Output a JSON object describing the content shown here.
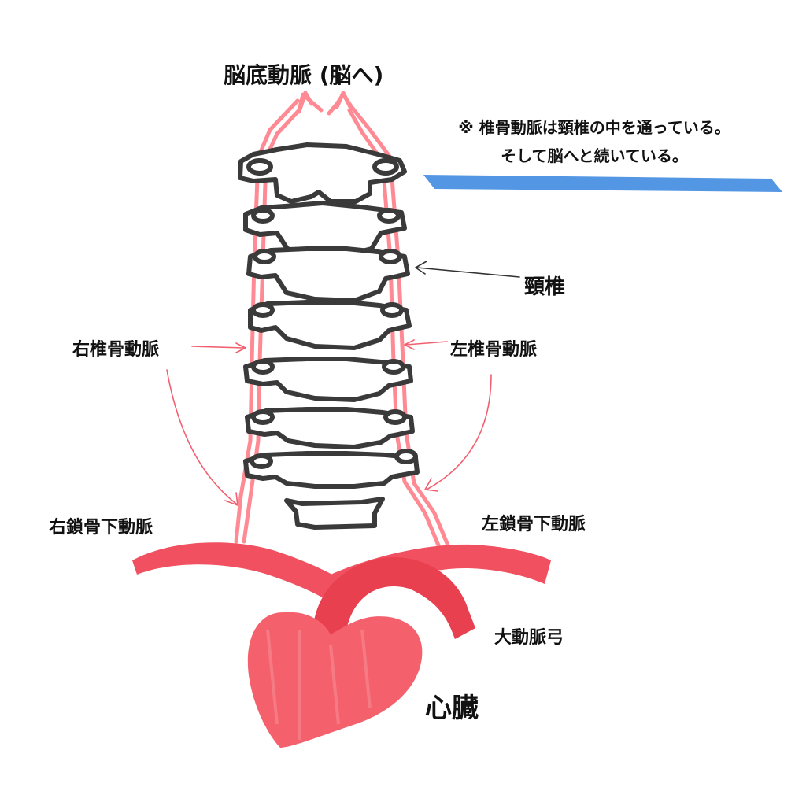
{
  "labels": {
    "top": "脳底動脈 (脳へ)",
    "cervical": "頸椎",
    "right_vertebral": "右椎骨動脈",
    "left_vertebral": "左椎骨動脈",
    "right_subclavian": "右鎖骨下動脈",
    "left_subclavian": "左鎖骨下動脈",
    "aortic_arch": "大動脈弓",
    "heart": "心臓"
  },
  "note": {
    "line1": "※ 椎骨動脈は頸椎の中を通っている。",
    "line2": "そして脳へと続いている。"
  },
  "colors": {
    "artery": "#f0505f",
    "artery_light": "#ff8a94",
    "heart": "#f4616d",
    "bone_outline": "#3a3a3a",
    "highlight": "#4a90e2",
    "pointer_red": "#f06070"
  }
}
